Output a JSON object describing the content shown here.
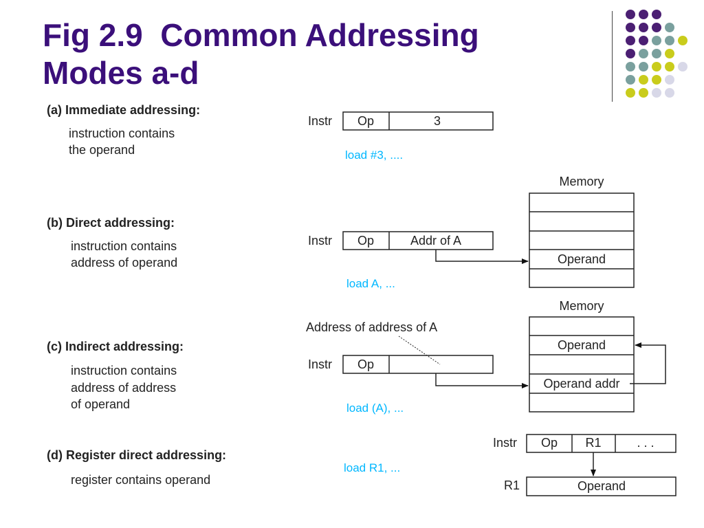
{
  "title": {
    "line1": "Fig 2.9  Common Addressing",
    "line2": "Modes a-d"
  },
  "colors": {
    "title": "#3b0f7a",
    "example": "#00b7ff",
    "dot_purple": "#4b1f73",
    "dot_teal": "#7aa09e",
    "dot_yellow": "#c9cc1c",
    "dot_lavender": "#d8d8e8"
  },
  "sections": {
    "a": {
      "heading": "(a) Immediate addressing:",
      "desc1": "instruction contains",
      "desc2": "the operand",
      "example": "load #3, ...."
    },
    "b": {
      "heading": "(b) Direct addressing:",
      "desc1": "instruction contains",
      "desc2": "address of operand",
      "example": "load A, ..."
    },
    "c": {
      "heading": "(c) Indirect addressing:",
      "desc1": "instruction contains",
      "desc2": "address of address",
      "desc3": "of operand",
      "example": "load (A), ..."
    },
    "d": {
      "heading": "(d) Register direct addressing:",
      "desc1": "register contains operand",
      "example": "load R1, ..."
    }
  },
  "diagram": {
    "instr_label": "Instr",
    "op_label": "Op",
    "a_value": "3",
    "b_addr": "Addr of A",
    "memory_label": "Memory",
    "operand_label": "Operand",
    "c_annotation": "Address of address of A",
    "operand_addr_label": "Operand addr",
    "d_r1": "R1",
    "d_dots": ". . .",
    "d_reg_label": "R1"
  }
}
